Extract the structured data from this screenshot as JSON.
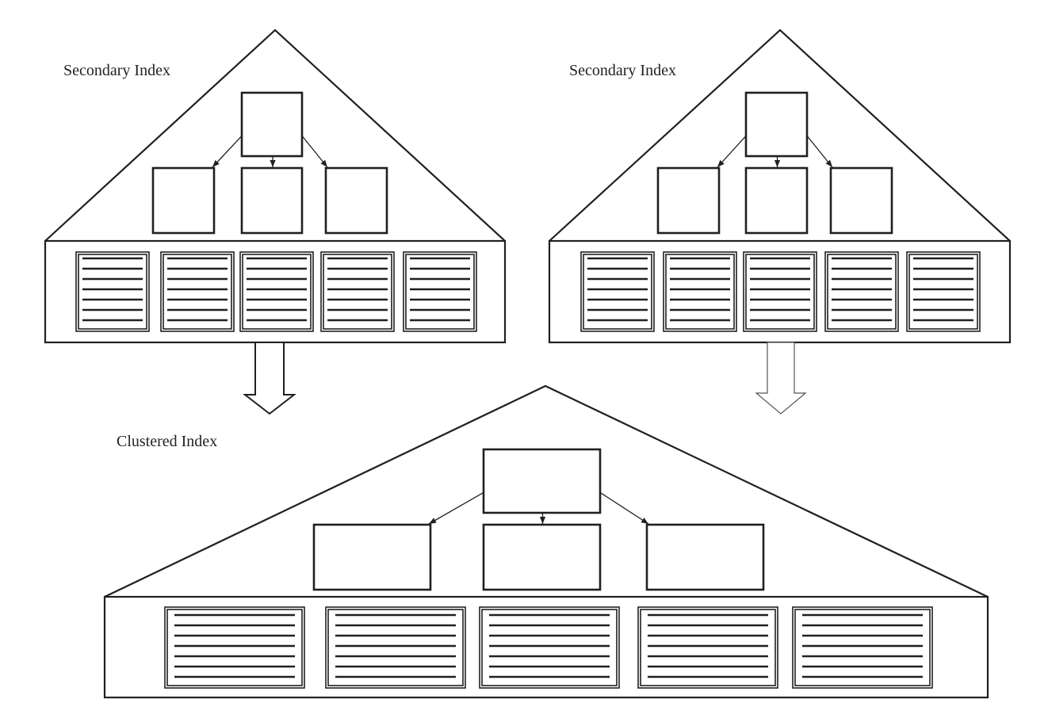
{
  "labels": {
    "left_index": "Secondary Index",
    "right_index": "Secondary Index",
    "bottom_index": "Clustered Index"
  },
  "structure": {
    "child_nodes_per_tree": 3,
    "leaf_pages_per_tree": 5,
    "records_per_leaf_page": 7
  },
  "colors": {
    "line": "#231f20",
    "background": "#ffffff"
  }
}
